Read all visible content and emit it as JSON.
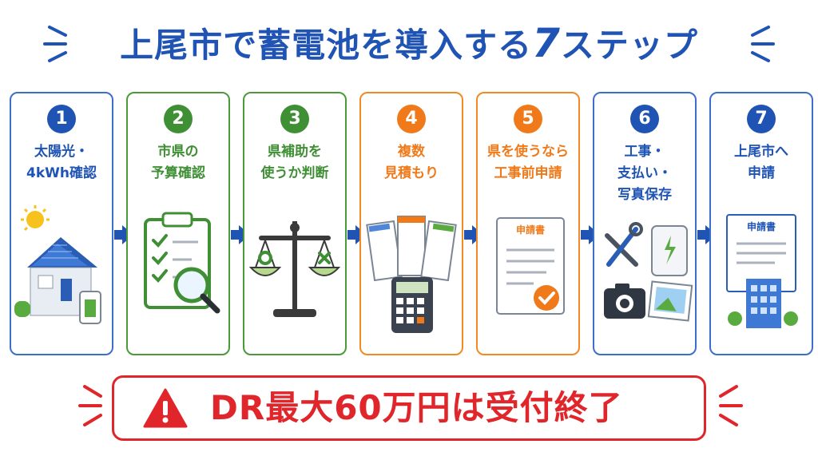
{
  "title": {
    "main": "上尾市で蓄電池を導入する",
    "seven": "7",
    "suffix": "ステップ"
  },
  "colors": {
    "blue": "#1f54b4",
    "green": "#3f8f34",
    "orange": "#f07a1a",
    "red": "#e0262b"
  },
  "steps": [
    {
      "num": "1",
      "label": "太陽光・\n4kWh確認",
      "color": "blue",
      "icon": "solar-house-battery-icon"
    },
    {
      "num": "2",
      "label": "市県の\n予算確認",
      "color": "green",
      "icon": "clipboard-magnifier-icon"
    },
    {
      "num": "3",
      "label": "県補助を\n使うか判断",
      "color": "green",
      "icon": "balance-scale-icon"
    },
    {
      "num": "4",
      "label": "複数\n見積もり",
      "color": "orange",
      "icon": "quotes-calculator-icon"
    },
    {
      "num": "5",
      "label": "県を使うなら\n工事前申請",
      "color": "orange",
      "icon": "application-form-check-icon",
      "doc_title": "申請書"
    },
    {
      "num": "6",
      "label": "工事・\n支払い・\n写真保存",
      "color": "blue",
      "icon": "tools-camera-photo-icon"
    },
    {
      "num": "7",
      "label": "上尾市へ\n申請",
      "color": "blue",
      "icon": "application-city-hall-icon",
      "doc_title": "申請書"
    }
  ],
  "banner": {
    "text": "DR最大60万円は受付終了",
    "icon": "warning-triangle-icon"
  }
}
